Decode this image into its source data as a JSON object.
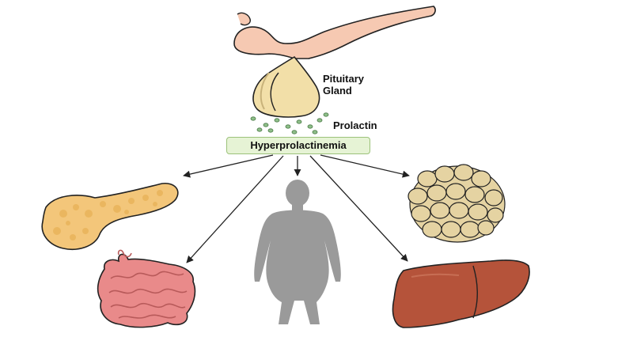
{
  "labels": {
    "pituitary_line1": "Pituitary",
    "pituitary_line2": "Gland",
    "prolactin": "Prolactin",
    "condition": "Hyperprolactinemia"
  },
  "icons": [
    "pituitary-gland-icon",
    "prolactin-dots-icon",
    "pancreas-icon",
    "intestine-icon",
    "human-body-icon",
    "adipose-tissue-icon",
    "liver-icon"
  ],
  "colors": {
    "condition_fill": "#e6f3d5",
    "condition_border": "#9cc27a",
    "pituitary": "#f2dfa8",
    "hypothalamus_stalk": "#f6c9b2",
    "pancreas": "#f3c67a",
    "intestine": "#e98a8a",
    "body": "#9a9a9a",
    "adipose": "#e5d3a2",
    "liver": "#b5533a",
    "prolactin_dots": "#8fbf8a"
  }
}
